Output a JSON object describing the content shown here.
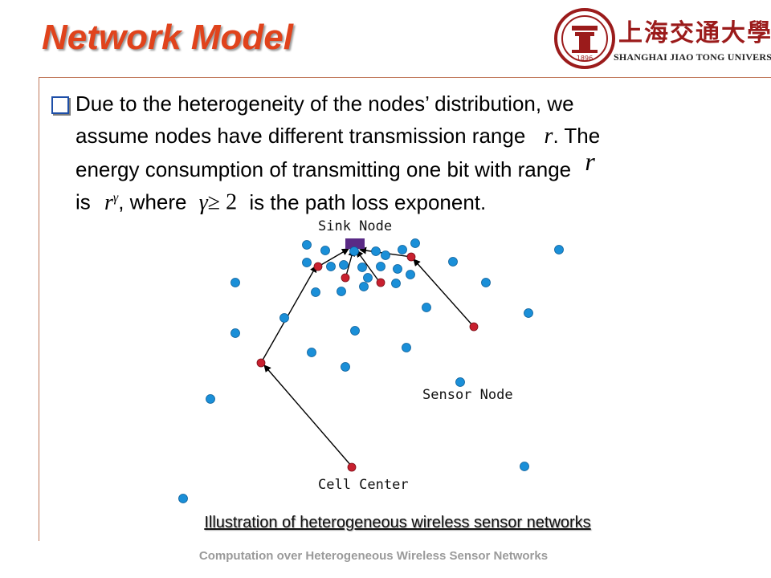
{
  "slide": {
    "title": "Network Model",
    "logo_cn": "上海交通大學",
    "logo_en": "Shanghai Jiao Tong University",
    "logo_year": "1896",
    "line1": "Due to the heterogeneity of the nodes’ distribution, we",
    "line2_a": "assume nodes have different transmission range",
    "line2_b": ". The",
    "line3": "energy consumption of transmitting one bit with range",
    "line4_a": "is",
    "line4_b": ", where",
    "line4_c": "is the path loss exponent.",
    "math_r": "r",
    "math_gamma": "γ",
    "math_geq2": "≥ 2",
    "caption": "Illustration of heterogeneous wireless sensor networks",
    "footer": "Computation over Heterogeneous Wireless Sensor Networks"
  },
  "diagram": {
    "labels": {
      "sink": "Sink Node",
      "sensor": "Sensor Node",
      "cell_center": "Cell Center"
    },
    "colors": {
      "sensor": "#1a8fd8",
      "cell_center": "#c8202f",
      "sink": "#5a2a86",
      "arrow": "#000000"
    }
  }
}
